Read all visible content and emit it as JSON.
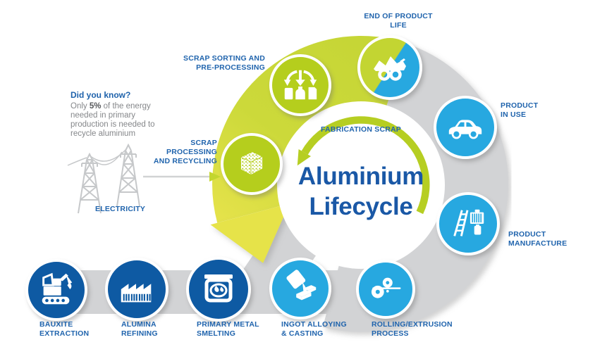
{
  "title": {
    "line1": "Aluminium",
    "line2": "Lifecycle"
  },
  "center": {
    "fabrication_scrap_label": "FABRICATION SCRAP"
  },
  "did_you_know": {
    "heading": "Did you know?",
    "line1_prefix": "Only ",
    "line1_highlight": "5%",
    "line1_suffix": " of the energy",
    "line2": "needed in primary",
    "line3": "production is needed to",
    "line4": "recycle aluminium"
  },
  "electricity": {
    "label": "ELECTRICITY",
    "icon": "power-pylons-icon"
  },
  "stages": [
    {
      "id": "bauxite-extraction",
      "label1": "BAUXITE",
      "label2": "EXTRACTION",
      "icon": "excavator-icon",
      "color": "#0e5aa3"
    },
    {
      "id": "alumina-refining",
      "label1": "ALUMINA",
      "label2": "REFINING",
      "icon": "factory-icon",
      "color": "#0e5aa3"
    },
    {
      "id": "primary-metal-smelting",
      "label1": "PRIMARY METAL",
      "label2": "SMELTING",
      "icon": "furnace-icon",
      "color": "#0e5aa3"
    },
    {
      "id": "ingot-alloying-casting",
      "label1": "INGOT ALLOYING",
      "label2": "& CASTING",
      "icon": "casting-crucible-icon",
      "color": "#27a8e0"
    },
    {
      "id": "rolling-extrusion-process",
      "label1": "ROLLING/EXTRUSION",
      "label2": "PROCESS",
      "icon": "rolling-mill-icon",
      "color": "#27a8e0"
    },
    {
      "id": "product-manufacture",
      "label1": "PRODUCT",
      "label2": "MANUFACTURE",
      "icon": "ladder-radiator-icon",
      "color": "#27a8e0"
    },
    {
      "id": "product-in-use",
      "label1": "PRODUCT",
      "label2": "IN USE",
      "icon": "car-icon",
      "color": "#27a8e0"
    },
    {
      "id": "end-of-product-life",
      "label1": "END OF PRODUCT",
      "label2": "LIFE",
      "icon": "crushed-car-icon",
      "color": "split-green-blue"
    },
    {
      "id": "scrap-sorting-pre-processing",
      "label1": "SCRAP SORTING AND",
      "label2": "PRE-PROCESSING",
      "icon": "recycling-collection-icon",
      "color": "#b5ce1d"
    },
    {
      "id": "scrap-processing-recycling",
      "label1": "SCRAP PROCESSING",
      "label2": "AND RECYCLING",
      "icon": "scrap-bale-icon",
      "color": "#b5ce1d"
    }
  ],
  "colors": {
    "dark_blue": "#0e5aa3",
    "light_blue": "#27a8e0",
    "lime_green": "#b5ce1d",
    "swoosh_green": "#ccd93a",
    "swoosh_yellow": "#e6e34a",
    "ring_gray": "#d2d3d5",
    "label_blue": "#2064ad",
    "title_blue": "#1a58a6",
    "body_gray": "#85878a"
  }
}
